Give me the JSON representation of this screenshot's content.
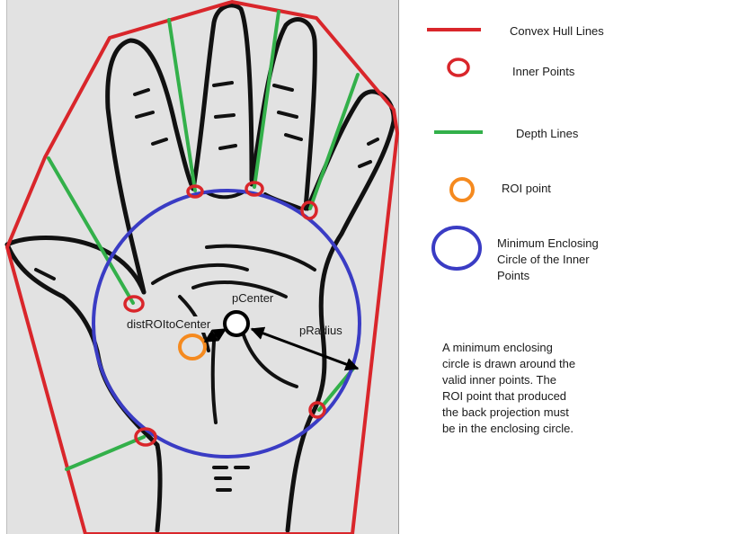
{
  "labels": {
    "p_center": "pCenter",
    "dist_roi_to_center": "distROItoCenter",
    "p_radius": "pRadius"
  },
  "legend": {
    "convex_hull": "Convex Hull Lines",
    "inner_points": "Inner Points",
    "depth_lines": "Depth Lines",
    "roi_point": "ROI point",
    "min_enclosing_circle": "Minimum Enclosing Circle of the Inner Points"
  },
  "note": "A minimum enclosing circle is drawn around the valid inner points. The ROI point that produced the back projection must be in the enclosing circle.",
  "colors": {
    "convex_hull": "#d9262b",
    "inner_points": "#d9262b",
    "depth_lines": "#33b04a",
    "roi_point": "#f58a1f",
    "enclosing_circle": "#3a3cc4",
    "center_point": "#000000",
    "arrows": "#000000"
  }
}
